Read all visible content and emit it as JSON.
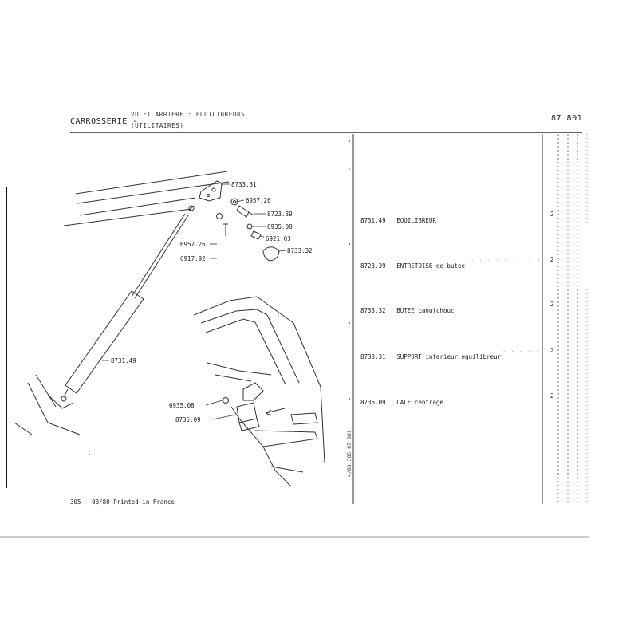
{
  "header": {
    "section": "CARROSSERIE -",
    "line1": "VOLET ARRIERE : EQUILIBREURS",
    "line2": "(UTILITAIRES)",
    "page_code": "87 801"
  },
  "callouts": {
    "c_8733_31_top": "8733.31",
    "c_6957_26_top": "6957.26",
    "c_8723_39": "8723.39",
    "c_6935_08_top": "6935.08",
    "c_6921_03": "6921.03",
    "c_8733_32": "8733.32",
    "c_6957_26_left": "6957.26",
    "c_6917_92": "6917.92",
    "c_8731_49": "8731.49",
    "c_6935_08_bottom": "6935.08",
    "c_8735_09": "8735.09"
  },
  "parts": [
    {
      "code": "8731.49",
      "description": "EQUILIBREUR",
      "qty": "2"
    },
    {
      "code": "8723.39",
      "description": "ENTRETOISE de butee",
      "qty": "2"
    },
    {
      "code": "8733.32",
      "description": "BUTEE caoutchouc",
      "qty": "2"
    },
    {
      "code": "8733.31",
      "description": "SUPPORT inferieur equilibreur",
      "qty": "2"
    },
    {
      "code": "8735.09",
      "description": "CALE centrage",
      "qty": "2"
    }
  ],
  "vertical_ref": "4/80 305 87 801",
  "footer": "305 - 03/80 Printed in France"
}
